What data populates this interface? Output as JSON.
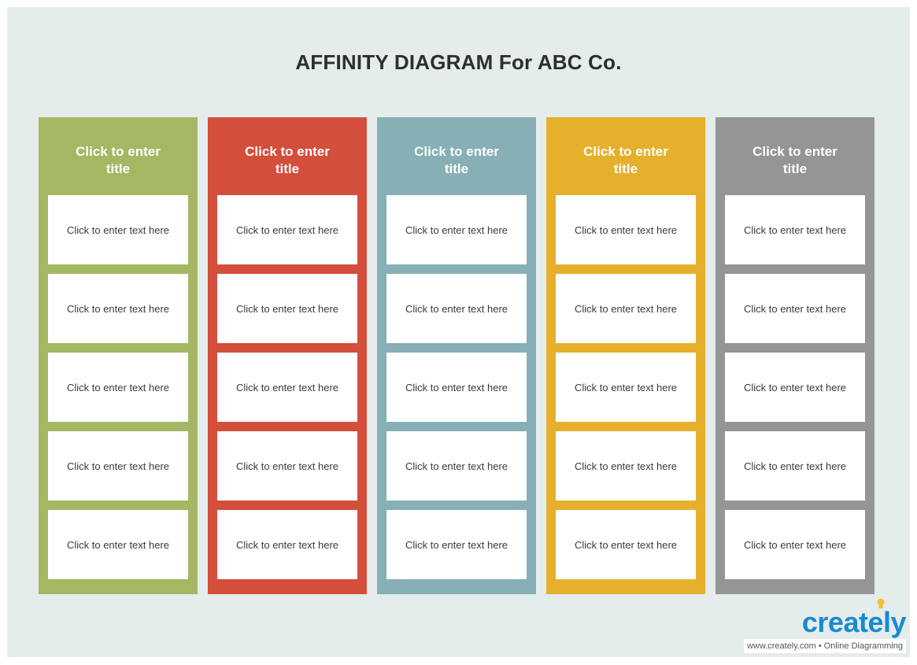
{
  "diagram": {
    "title": "AFFINITY DIAGRAM For ABC Co.",
    "columns": [
      {
        "title": "Click to enter\ntitle",
        "color": "#a4b863",
        "cards": [
          "Click to enter text here",
          "Click to enter text here",
          "Click to enter text here",
          "Click to enter text here",
          "Click to enter text here"
        ]
      },
      {
        "title": "Click to enter\ntitle",
        "color": "#d44e3c",
        "cards": [
          "Click to enter text here",
          "Click to enter text here",
          "Click to enter text here",
          "Click to enter text here",
          "Click to enter text here"
        ]
      },
      {
        "title": "Click to enter\ntitle",
        "color": "#86b0b6",
        "cards": [
          "Click to enter text here",
          "Click to enter text here",
          "Click to enter text here",
          "Click to enter text here",
          "Click to enter text here"
        ]
      },
      {
        "title": "Click to enter\ntitle",
        "color": "#e6b02d",
        "cards": [
          "Click to enter text here",
          "Click to enter text here",
          "Click to enter text here",
          "Click to enter text here",
          "Click to enter text here"
        ]
      },
      {
        "title": "Click to enter\ntitle",
        "color": "#959595",
        "cards": [
          "Click to enter text here",
          "Click to enter text here",
          "Click to enter text here",
          "Click to enter text here",
          "Click to enter text here"
        ]
      }
    ]
  },
  "branding": {
    "logo_text": "creately",
    "tagline": "www.creately.com • Online Diagramming",
    "logo_color": "#1a8ad0"
  }
}
